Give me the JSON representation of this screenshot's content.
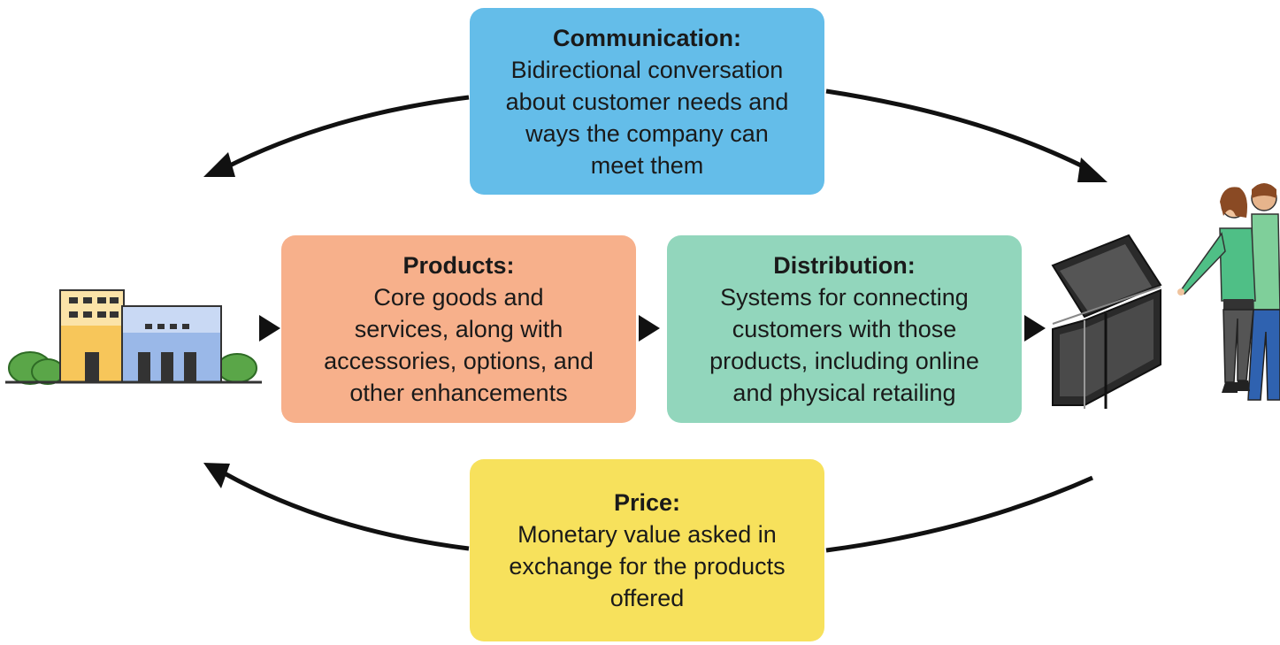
{
  "colors": {
    "communication": "#64bde9",
    "products": "#f7b08b",
    "distribution": "#92d6bc",
    "price": "#f7e15c",
    "arrow": "#111111"
  },
  "icons": {
    "building": "building-icon",
    "screens": "display-screens-icon",
    "shoppers": "shoppers-icon"
  },
  "communication": {
    "title": "Communication:",
    "lines": [
      "Bidirectional conversation",
      "about customer needs and",
      "ways the company can",
      "meet them"
    ]
  },
  "products": {
    "title": "Products:",
    "lines": [
      "Core goods and",
      "services, along with",
      "accessories, options, and",
      "other enhancements"
    ]
  },
  "distribution": {
    "title": "Distribution:",
    "lines": [
      "Systems for connecting",
      "customers with those",
      "products, including online",
      "and physical retailing"
    ]
  },
  "price": {
    "title": "Price:",
    "lines": [
      "Monetary value asked in",
      "exchange for the products",
      "offered"
    ]
  }
}
